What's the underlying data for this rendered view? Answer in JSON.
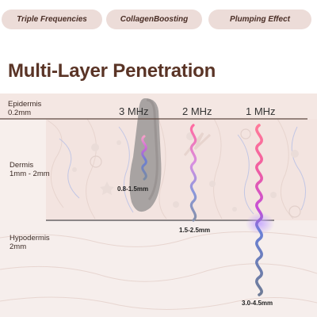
{
  "badges": [
    "Triple Frequencies",
    "CollagenBoosting",
    "Plumping Effect"
  ],
  "title": "Multi-Layer Penetration",
  "layers": {
    "epidermis": {
      "name": "Epidermis",
      "depth": "0.2mm"
    },
    "dermis": {
      "name": "Dermis",
      "depth": "1mm - 2mm"
    },
    "hypodermis": {
      "name": "Hypodermis",
      "depth": "2mm"
    }
  },
  "frequencies": [
    {
      "label": "3 MHz",
      "depth": "0.8-1.5mm"
    },
    {
      "label": "2 MHz",
      "depth": "1.5-2.5mm"
    },
    {
      "label": "1 MHz",
      "depth": "3.0-4.5mm"
    }
  ],
  "colors": {
    "title": "#5a3426",
    "badge_bg": "#ecdcd8",
    "wave_pink": "#f06aa8",
    "wave_blue": "#6a7fd0",
    "wave_gray": "#8896aa"
  }
}
